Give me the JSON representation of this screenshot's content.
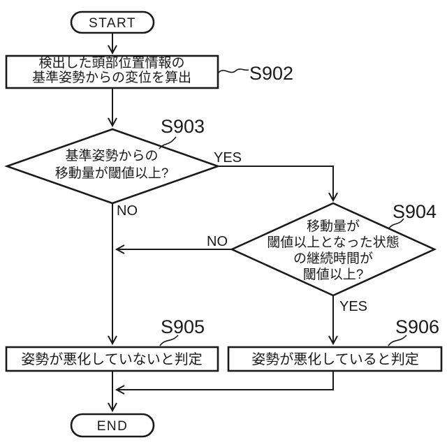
{
  "flow": {
    "start": {
      "label": "START"
    },
    "end": {
      "label": "END"
    },
    "steps": {
      "s902": {
        "id": "S902",
        "line1": "検出した頭部位置情報の",
        "line2": "基準姿勢からの変位を算出"
      },
      "s903": {
        "id": "S903",
        "line1": "基準姿勢からの",
        "line2": "移動量が閾値以上?"
      },
      "s904": {
        "id": "S904",
        "line1": "移動量が",
        "line2": "閾値以上となった状態",
        "line3": "の継続時間が",
        "line4": "閾値以上?"
      },
      "s905": {
        "id": "S905",
        "label": "姿勢が悪化していないと判定"
      },
      "s906": {
        "id": "S906",
        "label": "姿勢が悪化していると判定"
      }
    },
    "branches": {
      "s903_yes": "YES",
      "s903_no": "NO",
      "s904_no": "NO",
      "s904_yes": "YES"
    }
  },
  "colors": {
    "ink": "#1a1a1a",
    "paper": "#ffffff"
  }
}
